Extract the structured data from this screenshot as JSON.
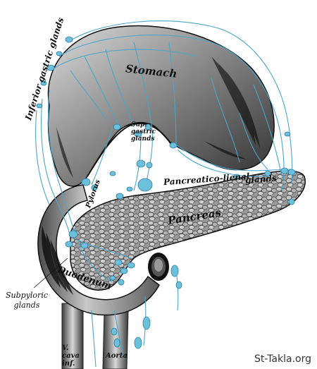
{
  "labels": {
    "stomach": "Stomach",
    "inferior_gastric_glands": "Inferior gastric glands",
    "superior_gastric_glands": "Sup. gastric glands",
    "pancreatico_lienal": "Pancreatico-lienal",
    "glands": "glands",
    "pancreas": "Pancreas",
    "pylorus": "Pylorus",
    "duodenum": "Duodenum",
    "subpyloric_glands": "Subpyloric glands",
    "v_cava_inf": "V. cava inf.",
    "aorta": "Aorta"
  },
  "watermark": "St-Takla.org",
  "colors": {
    "lymph": "#4aa6c8",
    "lymph_node": "#6cc0dc",
    "tissue_dark": "#2a2a2a",
    "tissue_mid": "#7a7a7a",
    "tissue_light": "#d8d8d8",
    "background": "#ffffff"
  }
}
